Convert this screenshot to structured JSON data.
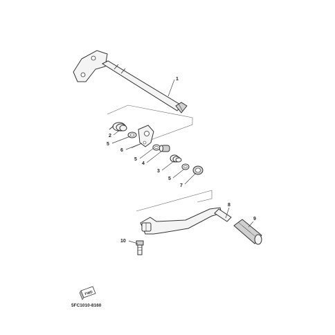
{
  "diagram": {
    "callouts": {
      "shift_shaft": "1",
      "spring_a": "2",
      "spring_b": "3",
      "collar": "4",
      "circlip_a": "5",
      "circlip_b": "5",
      "circlip_c": "5",
      "lever": "6",
      "oil_seal": "7",
      "shift_pedal": "8",
      "pedal_rubber": "9",
      "bolt": "10"
    },
    "fwd_mark": "FWD",
    "figure_code": "5FC1010-8160"
  }
}
